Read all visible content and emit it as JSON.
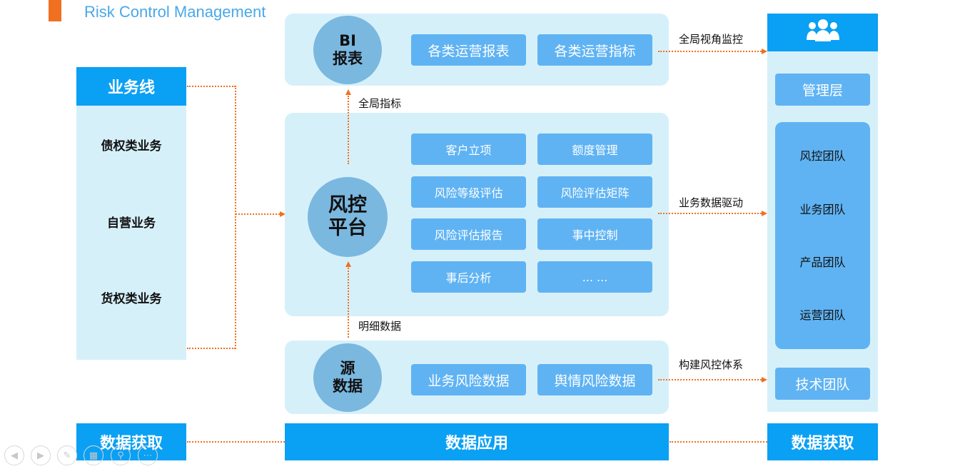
{
  "title": "Risk Control Management",
  "left": {
    "header": "业务线",
    "items": [
      "债权类业务",
      "自营业务",
      "货权类业务"
    ],
    "footer": "数据获取"
  },
  "center": {
    "bi": {
      "label_line1": "BI",
      "label_line2": "报表",
      "items": [
        "各类运营报表",
        "各类运营指标"
      ]
    },
    "platform": {
      "label_line1": "风控",
      "label_line2": "平台",
      "items": [
        "客户立项",
        "额度管理",
        "风险等级评估",
        "风险评估矩阵",
        "风险评估报告",
        "事中控制",
        "事后分析",
        "... ..."
      ]
    },
    "source": {
      "label_line1": "源",
      "label_line2": "数据",
      "items": [
        "业务风险数据",
        "舆情风险数据"
      ]
    },
    "footer": "数据应用"
  },
  "arrows": {
    "global_index": "全局指标",
    "detail_data": "明细数据",
    "global_monitor": "全局视角监控",
    "data_driven": "业务数据驱动",
    "build_system": "构建风控体系"
  },
  "right": {
    "header_icon": "users-icon",
    "management": "管理层",
    "teams": [
      "风控团队",
      "业务团队",
      "产品团队",
      "运营团队"
    ],
    "tech": "技术团队",
    "footer": "数据获取"
  },
  "controls": [
    {
      "icon": "prev-icon",
      "glyph": "◀"
    },
    {
      "icon": "next-icon",
      "glyph": "▶"
    },
    {
      "icon": "pen-icon",
      "glyph": "✎"
    },
    {
      "icon": "slides-icon",
      "glyph": "▦"
    },
    {
      "icon": "zoom-icon",
      "glyph": "⚲"
    },
    {
      "icon": "more-icon",
      "glyph": "⋯"
    }
  ],
  "colors": {
    "accent": "#0aa0f4",
    "pill": "#5fb3f3",
    "panel": "#d6f0fa",
    "circle": "#7ab8e0",
    "connector": "#f07021"
  }
}
